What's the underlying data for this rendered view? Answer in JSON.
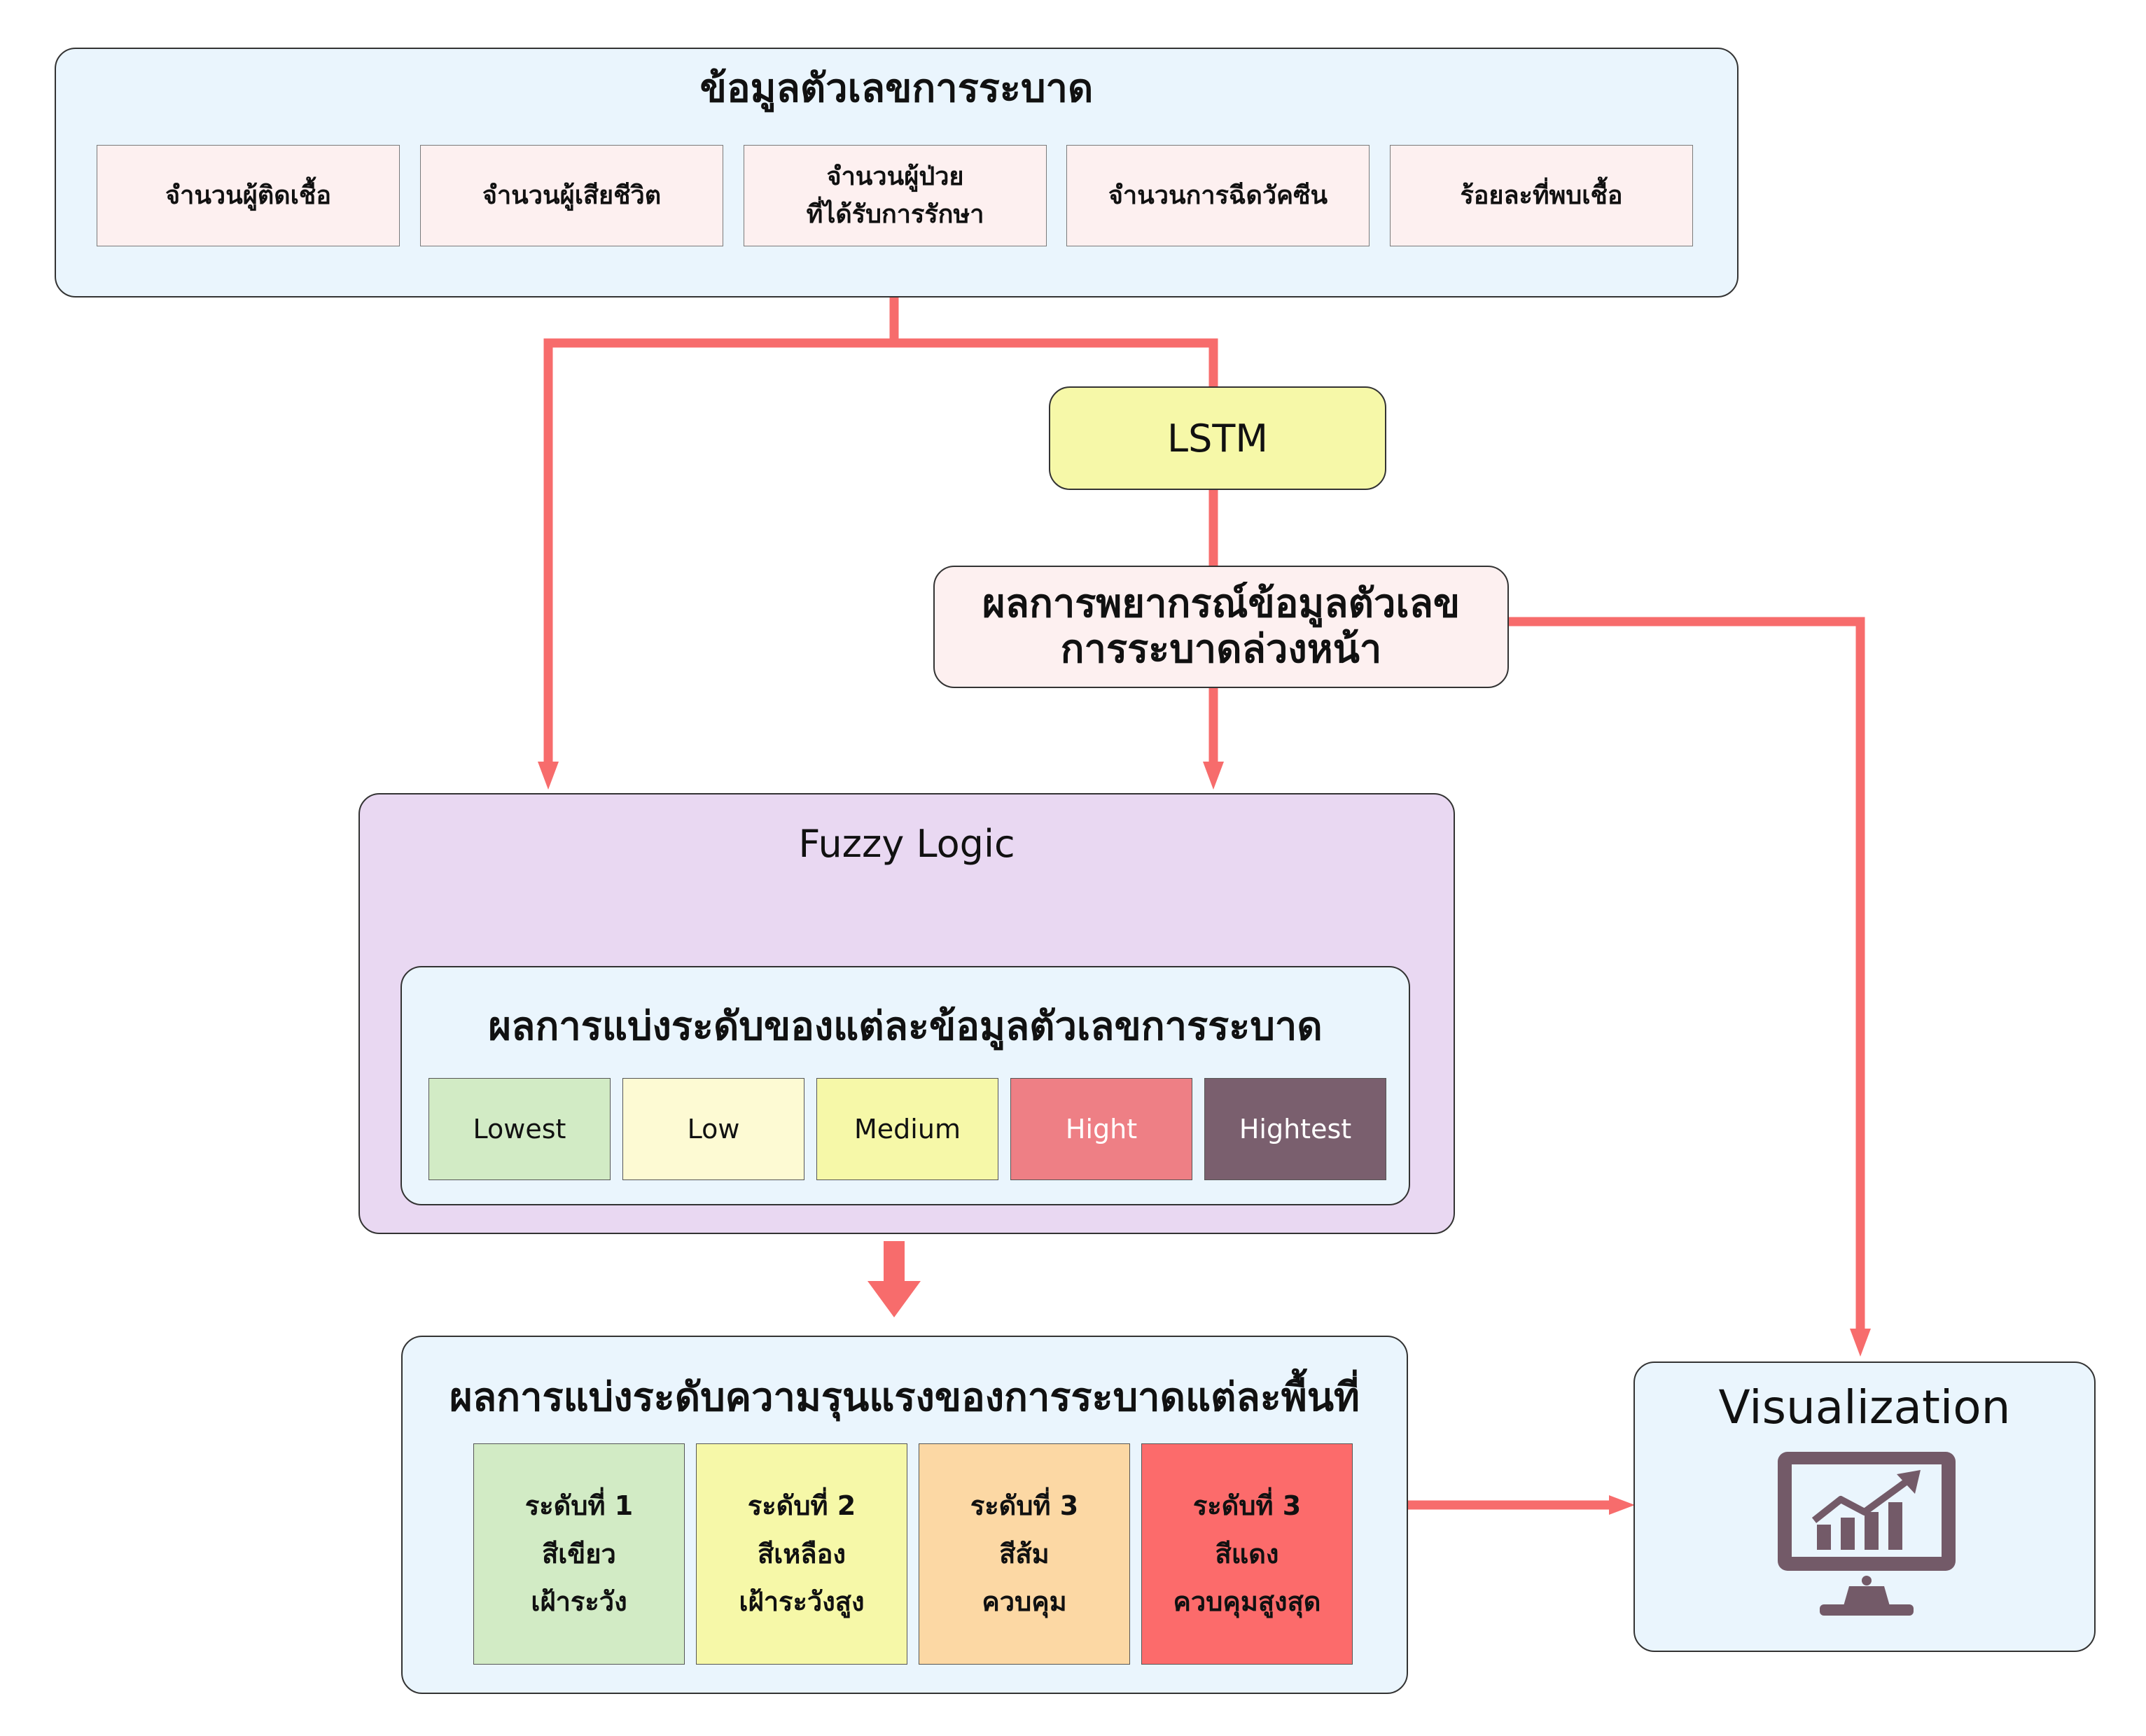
{
  "data_panel": {
    "title": "ข้อมูลตัวเลขการระบาด",
    "sources": [
      {
        "line1": "จำนวนผู้ติดเชื้อ",
        "line2": ""
      },
      {
        "line1": "จำนวนผู้เสียชีวิต",
        "line2": ""
      },
      {
        "line1": "จำนวนผู้ป่วย",
        "line2": "ที่ได้รับการรักษา"
      },
      {
        "line1": "จำนวนการฉีดวัคซีน",
        "line2": ""
      },
      {
        "line1": "ร้อยละที่พบเชื้อ",
        "line2": ""
      }
    ]
  },
  "lstm": {
    "label": "LSTM"
  },
  "forecast": {
    "line1": "ผลการพยากรณ์ข้อมูลตัวเลข",
    "line2": "การระบาดล่วงหน้า"
  },
  "fuzzy": {
    "title": "Fuzzy Logic",
    "inner_title": "ผลการแบ่งระดับของแต่ละข้อมูลตัวเลขการระบาด",
    "levels": [
      {
        "label": "Lowest",
        "color": "#d2ebc5"
      },
      {
        "label": "Low",
        "color": "#fdfad3"
      },
      {
        "label": "Medium",
        "color": "#f6f8a8"
      },
      {
        "label": "Hight",
        "color": "#ee7f85"
      },
      {
        "label": "Hightest",
        "color": "#7a5f6e"
      }
    ]
  },
  "severity": {
    "title": "ผลการแบ่งระดับความรุนแรงของการระบาดแต่ละพื้นที่",
    "levels": [
      {
        "line1": "ระดับที่ 1",
        "line2": "สีเขียว",
        "line3": "เฝ้าระวัง",
        "color": "#d2ebc5"
      },
      {
        "line1": "ระดับที่ 2",
        "line2": "สีเหลือง",
        "line3": "เฝ้าระวังสูง",
        "color": "#f6f8a8"
      },
      {
        "line1": "ระดับที่ 3",
        "line2": "สีส้ม",
        "line3": "ควบคุม",
        "color": "#fcd8a4"
      },
      {
        "line1": "ระดับที่ 3",
        "line2": "สีแดง",
        "line3": "ควบคุมสูงสุด",
        "color": "#fc6b6b"
      }
    ]
  },
  "visualization": {
    "title": "Visualization",
    "icon": "monitor-chart-icon"
  },
  "colors": {
    "connector": "#f76c6c",
    "icon": "#735a68"
  }
}
